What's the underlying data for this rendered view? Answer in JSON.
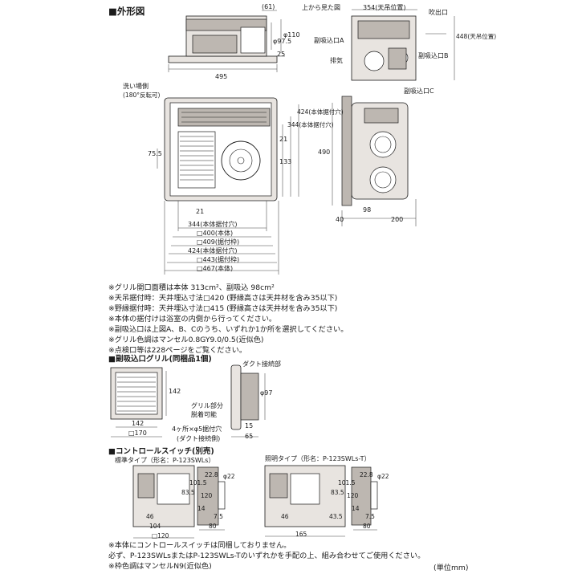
{
  "section_outline": "■外形図",
  "top_view_label": "上から見た図",
  "dims_main": {
    "d61": "(61)",
    "d110": "φ110",
    "d97_5": "φ97.5",
    "d25": "25",
    "d495": "495",
    "wash": "洗い場側",
    "rot": "(180°反転可)",
    "d75_5": "75.5",
    "d21a": "21",
    "d133": "133",
    "d344v": "344(本体据付穴)",
    "d424v": "424(本体据付穴)",
    "d21b": "21",
    "w344": "344(本体据付穴)",
    "w400": "□400(本体)",
    "w409": "□409(据付枠)",
    "w424": "424(本体据付穴)",
    "w443": "□443(据付枠)",
    "w467": "□467(本体)"
  },
  "dims_side": {
    "d354": "354(天吊位置)",
    "outlet": "吹出口",
    "inA": "副吸込口A",
    "inB": "副吸込口B",
    "exhaust": "排気",
    "d448": "448(天吊位置)",
    "inC": "副吸込口C",
    "d490": "490",
    "d98": "98",
    "d40": "40",
    "d200": "200"
  },
  "notes": [
    "※グリル開口面積は本体 313cm²、副吸込 98cm²",
    "※天吊据付時：天井埋込寸法□420 (野縁高さは天井材を含み35以下)",
    "※野縁据付時：天井埋込寸法□415 (野縁高さは天井材を含み35以下)",
    "※本体の据付けは浴室の内側から行ってください。",
    "※副吸込口は上図A、B、Cのうち、いずれか1か所を選択してください。",
    "※グリル色調はマンセル0.8GY9.0/0.5(近似色)",
    "※点検口等は228ページをご覧ください。"
  ],
  "grille": {
    "title": "■副吸込口グリル(同梱品1個)",
    "duct": "ダクト接続部",
    "d97": "φ97",
    "d142v": "142",
    "d142h": "142",
    "d170": "□170",
    "detach1": "グリル部分",
    "detach2": "脱着可能",
    "holes": "4ヶ所×φ5据付穴",
    "duct2": "(ダクト接続側)",
    "d15": "15",
    "d65": "65"
  },
  "switch": {
    "title": "■コントロールスイッチ(別売)",
    "std_label": "標準タイプ（形名：P-123SWLs）",
    "light_label": "照明タイプ（形名：P-123SWLs-T）",
    "s22_8": "22.8",
    "s22": "φ22",
    "s83_5": "83.5",
    "s101_5": "101.5",
    "s120": "120",
    "s46": "46",
    "s104": "104",
    "s120b": "□120",
    "s14": "14",
    "s7_5": "7.5",
    "s80": "80",
    "l22_8": "22.8",
    "l22": "φ22",
    "l83_5": "83.5",
    "l101_5": "101.5",
    "l120": "120",
    "l46": "46",
    "l43_5": "43.5",
    "l165": "165",
    "l14": "14",
    "l7_5": "7.5",
    "l80": "80"
  },
  "footer": [
    "※本体にコントロールスイッチは同梱しておりません。",
    "必ず、P-123SWLsまたはP-123SWLs-Tのいずれかを手配の上、組み合わせてご使用ください。",
    "※枠色調はマンセルN9(近似色)"
  ],
  "unit": "(単位mm)"
}
